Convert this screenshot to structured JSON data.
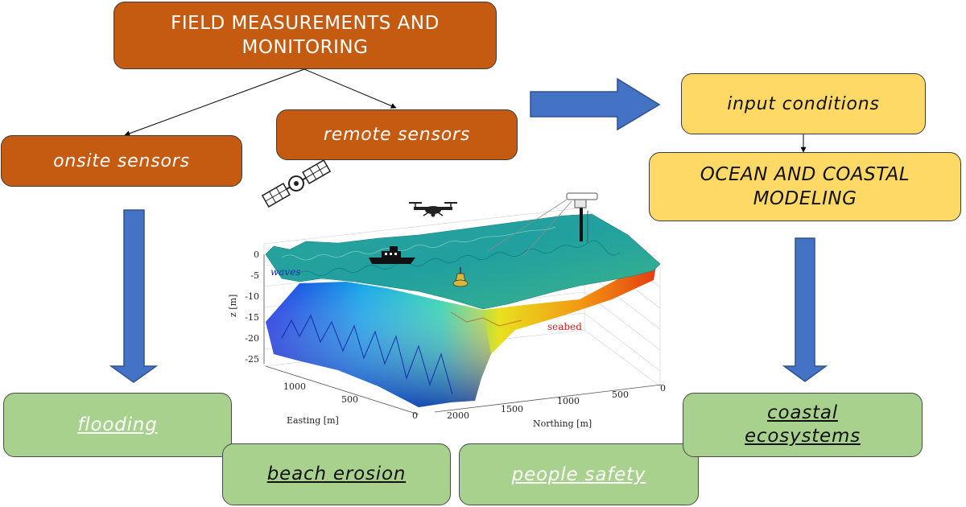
{
  "nodes": {
    "field": "FIELD MEASUREMENTS AND MONITORING",
    "onsite": "onsite sensors",
    "remote": "remote sensors",
    "input": "input conditions",
    "modeling": "OCEAN AND COASTAL MODELING",
    "flooding": "flooding",
    "erosion": "beach erosion",
    "safety": "people safety",
    "ecosystems": "coastal ecosystems"
  },
  "plot": {
    "z_ticks": [
      "0",
      "-5",
      "-10",
      "-15",
      "-20",
      "-25"
    ],
    "z_label": "z [m]",
    "easting_ticks": [
      "1000",
      "500",
      "0"
    ],
    "easting_label": "Easting [m]",
    "northing_ticks": [
      "2000",
      "1500",
      "1000",
      "500",
      "0"
    ],
    "northing_label": "Northing [m]",
    "waves_label": "waves",
    "seabed_label": "seabed"
  },
  "colors": {
    "brown": "#c55a11",
    "yellow": "#ffd966",
    "green": "#a9d18e",
    "arrow_blue": "#4472c4"
  },
  "icons": [
    "satellite-icon",
    "drone-icon",
    "ship-icon",
    "buoy-icon",
    "radar-mast-icon"
  ]
}
